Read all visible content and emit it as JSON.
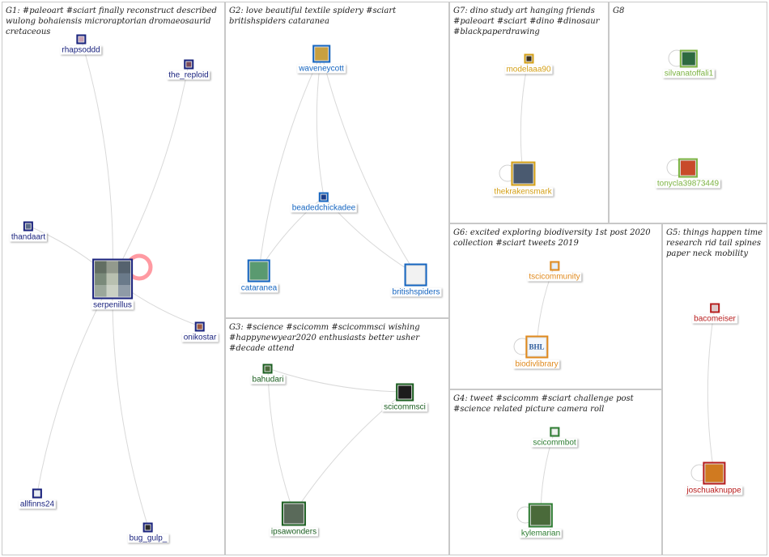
{
  "groups": [
    {
      "id": "G1",
      "caption": "G1: #paleoart #sciart finally reconstruct described wulong bohaiensis microraptorian dromaeosaurid cretaceous",
      "color": "#1a237e",
      "nodes": [
        {
          "id": "rhapsoddd",
          "label": "rhapsoddd",
          "avatar": "#c9a0b4"
        },
        {
          "id": "the_reploid",
          "label": "the_reploid",
          "avatar": "#7b4a5a"
        },
        {
          "id": "thandaart",
          "label": "thandaart",
          "avatar": "#5a6b8a"
        },
        {
          "id": "serpenillus",
          "label": "serpenillus",
          "avatar": "#8fa08c"
        },
        {
          "id": "onikostar",
          "label": "onikostar",
          "avatar": "#a05a40"
        },
        {
          "id": "allfinns24",
          "label": "allfinns24",
          "avatar": "#e8eef7"
        },
        {
          "id": "bug_gulp_",
          "label": "bug_gulp_",
          "avatar": "#2b2b2b"
        }
      ]
    },
    {
      "id": "G2",
      "caption": "G2: love beautiful textile spidery #sciart britishspiders cataranea",
      "color": "#1565c0",
      "nodes": [
        {
          "id": "waveneycott",
          "label": "waveneycott",
          "avatar": "#c8a040"
        },
        {
          "id": "beadedchickadee",
          "label": "beadedchickadee",
          "avatar": "#1a3c8a"
        },
        {
          "id": "cataranea",
          "label": "cataranea",
          "avatar": "#5a9a70"
        },
        {
          "id": "britishspiders",
          "label": "britishspiders",
          "avatar": "#f2f2f2"
        }
      ]
    },
    {
      "id": "G3",
      "caption": "G3: #science #scicomm #scicommsci wishing #happynewyear2020 enthusiasts better usher #decade attend",
      "color": "#1b5e20",
      "nodes": [
        {
          "id": "bahudari",
          "label": "bahudari",
          "avatar": "#4a6a3a"
        },
        {
          "id": "scicommsci",
          "label": "scicommsci",
          "avatar": "#1c1c1c"
        },
        {
          "id": "ipsawonders",
          "label": "ipsawonders",
          "avatar": "#5a6a5a"
        }
      ]
    },
    {
      "id": "G7",
      "caption": "G7: dino study art hanging friends #paleoart #sciart #dino #dinosaur #blackpaperdrawing",
      "color": "#d4a017",
      "nodes": [
        {
          "id": "modelaaa90",
          "label": "modelaaa90",
          "avatar": "#3a3020"
        },
        {
          "id": "thekrakensmark",
          "label": "thekrakensmark",
          "avatar": "#4a5a70"
        }
      ]
    },
    {
      "id": "G8",
      "caption": "G8",
      "color": "#7cb342",
      "nodes": [
        {
          "id": "silvanatoffali1",
          "label": "silvanatoffali1",
          "avatar": "#2e6a40"
        },
        {
          "id": "tonycla39873449",
          "label": "tonycla39873449",
          "avatar": "#c84a2a"
        }
      ]
    },
    {
      "id": "G6",
      "caption": "G6: excited exploring biodiversity 1st post 2020 collection #sciart tweets 2019",
      "color": "#e08a1e",
      "nodes": [
        {
          "id": "tscicommunity",
          "label": "tscicommunity",
          "avatar": "#e6f0fa"
        },
        {
          "id": "biodivlibrary",
          "label": "biodivlibrary",
          "avatar": "#f4f8fc",
          "text": "BHL"
        }
      ]
    },
    {
      "id": "G4",
      "caption": "G4: tweet #scicomm #sciart challenge post #science related picture camera roll",
      "color": "#2e7d32",
      "nodes": [
        {
          "id": "scicommbot",
          "label": "scicommbot",
          "avatar": "#f0f5f0"
        },
        {
          "id": "kylemarian",
          "label": "kylemarian",
          "avatar": "#4a6a3a"
        }
      ]
    },
    {
      "id": "G5",
      "caption": "G5: things happen time research rid tail spines paper neck mobility",
      "color": "#b71c1c",
      "nodes": [
        {
          "id": "bacomeiser",
          "label": "bacomeiser",
          "avatar": "#e0c8c8"
        },
        {
          "id": "joschuaknuppe",
          "label": "joschuaknuppe",
          "avatar": "#d07a20"
        }
      ]
    }
  ],
  "edges": [
    [
      "serpenillus",
      "rhapsoddd"
    ],
    [
      "serpenillus",
      "the_reploid"
    ],
    [
      "serpenillus",
      "thandaart"
    ],
    [
      "serpenillus",
      "onikostar"
    ],
    [
      "serpenillus",
      "allfinns24"
    ],
    [
      "serpenillus",
      "bug_gulp_"
    ],
    [
      "waveneycott",
      "cataranea"
    ],
    [
      "waveneycott",
      "beadedchickadee"
    ],
    [
      "waveneycott",
      "britishspiders"
    ],
    [
      "beadedchickadee",
      "cataranea"
    ],
    [
      "beadedchickadee",
      "britishspiders"
    ],
    [
      "bahudari",
      "scicommsci"
    ],
    [
      "bahudari",
      "ipsawonders"
    ],
    [
      "scicommsci",
      "ipsawonders"
    ],
    [
      "modelaaa90",
      "thekrakensmark"
    ],
    [
      "tscicommunity",
      "biodivlibrary"
    ],
    [
      "scicommbot",
      "kylemarian"
    ],
    [
      "bacomeiser",
      "joschuaknuppe"
    ]
  ],
  "self_loops": [
    "serpenillus",
    "thekrakensmark",
    "silvanatoffali1",
    "tonycla39873449",
    "biodivlibrary",
    "kylemarian",
    "joschuaknuppe"
  ],
  "highlight_loop": {
    "node": "serpenillus",
    "color": "#ff9aa2"
  }
}
